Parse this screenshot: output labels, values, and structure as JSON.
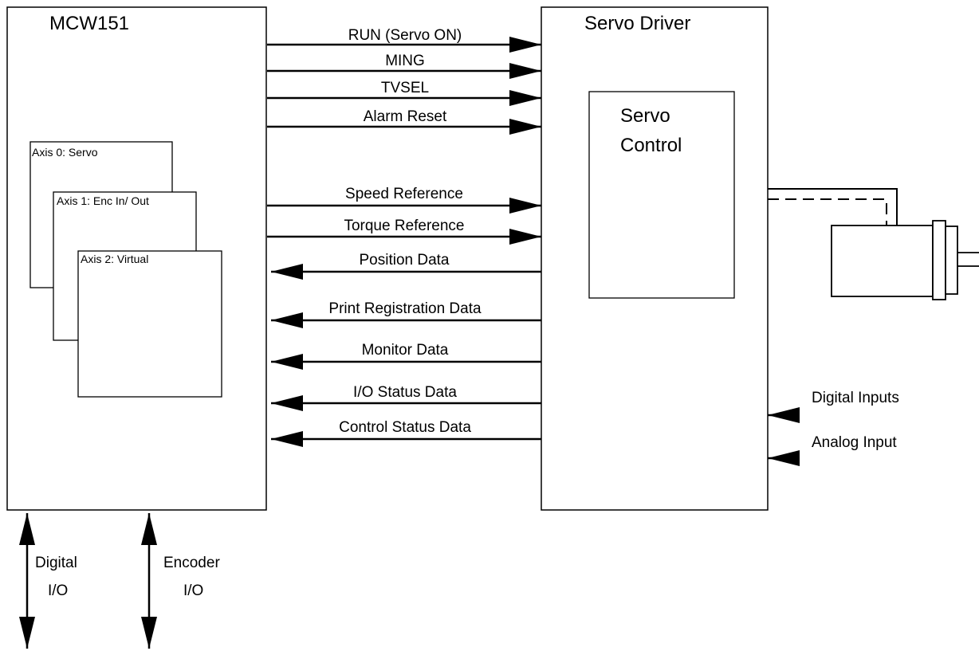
{
  "blocks": {
    "controller": "MCW151",
    "driver": "Servo Driver",
    "servo_control_line1": "Servo",
    "servo_control_line2": "Control"
  },
  "axes": [
    "Axis 0: Servo",
    "Axis 1: Enc In/ Out",
    "Axis 2: Virtual"
  ],
  "signals_to_driver": [
    "RUN (Servo ON)",
    "MING",
    "TVSEL",
    "Alarm Reset",
    "Speed Reference",
    "Torque Reference"
  ],
  "signals_to_controller": [
    "Position Data",
    "Print Registration Data",
    "Monitor Data",
    "I/O Status Data",
    "Control Status Data"
  ],
  "driver_inputs": [
    "Digital Inputs",
    "Analog Input"
  ],
  "controller_io": [
    {
      "line1": "Digital",
      "line2": "I/O"
    },
    {
      "line1": "Encoder",
      "line2": "I/O"
    }
  ]
}
